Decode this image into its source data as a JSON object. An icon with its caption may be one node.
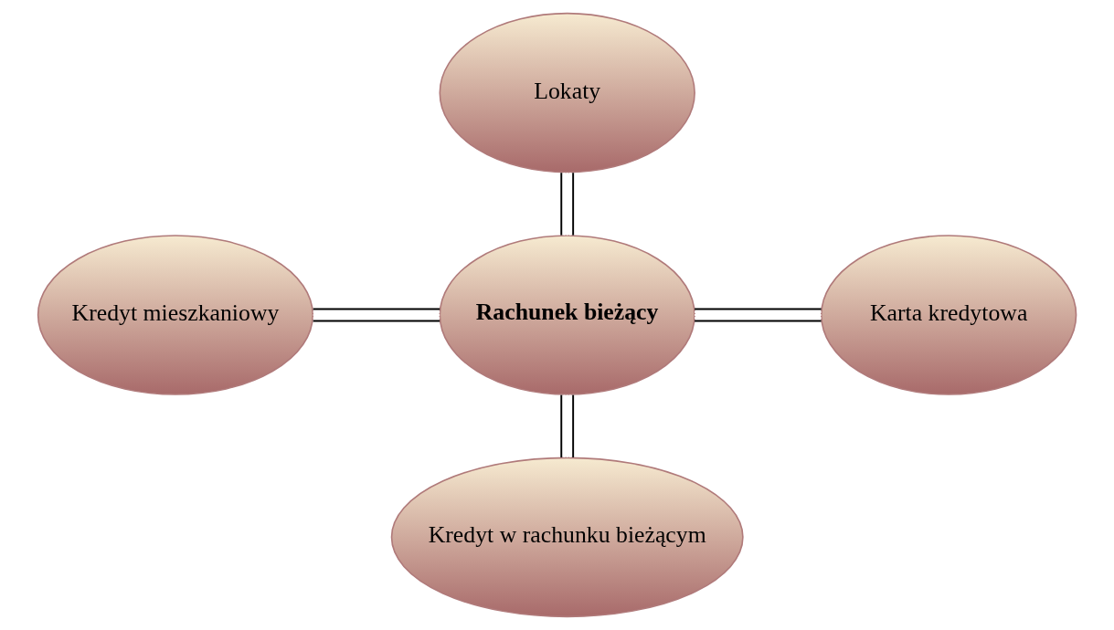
{
  "diagram": {
    "nodes": [
      {
        "text": [
          "Lokaty"
        ]
      },
      {
        "text": [
          "Kredyt mieszkaniowy"
        ]
      },
      {
        "text": [
          "Rachunek bieżący"
        ]
      },
      {
        "text": [
          "Karta kredytowa"
        ]
      },
      {
        "text": [
          "Kredyt w rachunku bieżącym"
        ]
      }
    ],
    "edges": [
      {
        "from": 0,
        "to": 2,
        "arrow": "none"
      },
      {
        "from": 1,
        "to": 2,
        "arrow": "none"
      },
      {
        "from": 2,
        "to": 3,
        "arrow": "none"
      },
      {
        "from": 2,
        "to": 4,
        "arrow": "none"
      }
    ]
  }
}
